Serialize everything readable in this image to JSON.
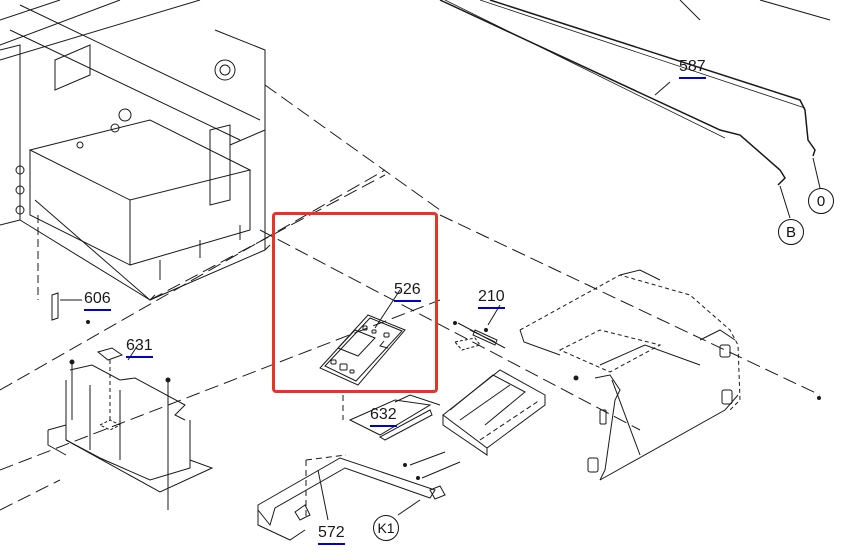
{
  "diagram": {
    "type": "exploded-parts-view",
    "highlight": {
      "part": "526",
      "color": "#e8322a"
    },
    "label_underline_color": "#0000d0",
    "line_color": "#1a1a1a"
  },
  "parts": [
    {
      "id": "587",
      "label": "587"
    },
    {
      "id": "526",
      "label": "526"
    },
    {
      "id": "210",
      "label": "210"
    },
    {
      "id": "606",
      "label": "606"
    },
    {
      "id": "631",
      "label": "631"
    },
    {
      "id": "632",
      "label": "632"
    },
    {
      "id": "572",
      "label": "572"
    }
  ],
  "callouts": [
    {
      "id": "0",
      "label": "0"
    },
    {
      "id": "B",
      "label": "B"
    },
    {
      "id": "K1",
      "label": "K1"
    }
  ]
}
